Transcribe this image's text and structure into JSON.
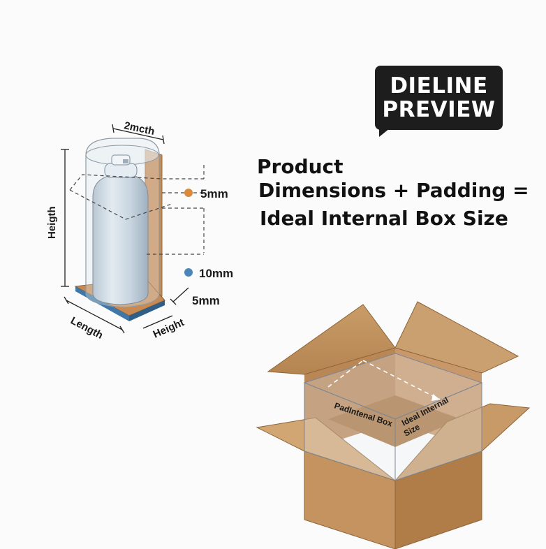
{
  "badge": {
    "line1": "DIELINE",
    "line2": "PREVIEW"
  },
  "equation": {
    "line1": "Product",
    "line2": "Dimensions + Padding =",
    "line3": "Ideal Internal Box Size"
  },
  "product_diagram": {
    "top_label": "2mcth",
    "side_label": "Heigth",
    "bottom_left_label": "Length",
    "bottom_right_label": "Height",
    "padding_callouts": [
      {
        "value": "5mm",
        "color": "#d98a3c"
      },
      {
        "value": "10mm",
        "color": "#4a86b8"
      },
      {
        "value": "5mm"
      }
    ]
  },
  "box_diagram": {
    "left_label": "PadIntenal Box",
    "right_label_line1": "Ideal Internal",
    "right_label_line2": "Size"
  }
}
